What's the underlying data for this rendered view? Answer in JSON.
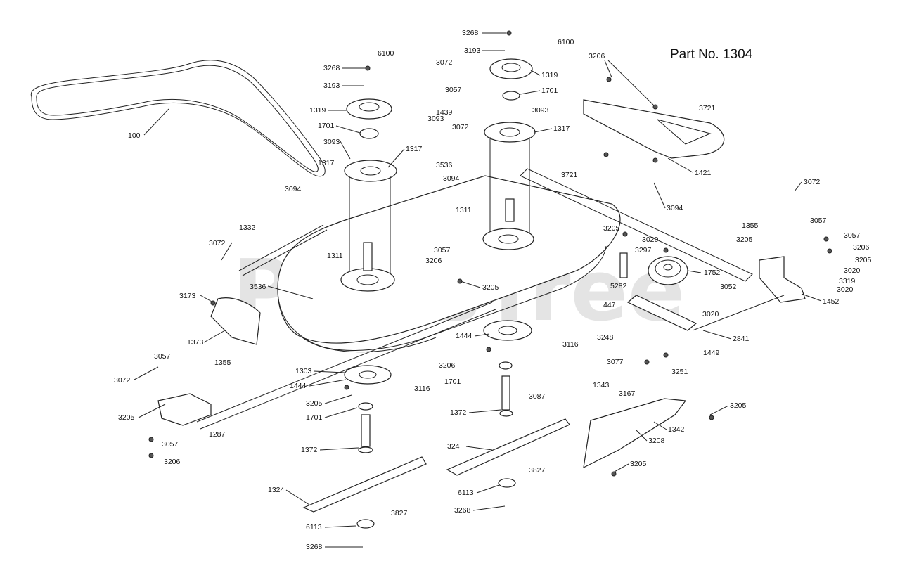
{
  "title": "Part No. 1304",
  "watermark": "PartsTree",
  "labels": [
    "100",
    "3268",
    "6100",
    "3072",
    "3193",
    "3057",
    "1319",
    "1439",
    "1701",
    "3093",
    "1317",
    "3072",
    "3093",
    "1317",
    "3536",
    "3094",
    "3094",
    "3268",
    "6100",
    "3193",
    "1319",
    "1701",
    "3093",
    "1317",
    "3206",
    "3721",
    "3721",
    "1421",
    "3094",
    "1311",
    "1332",
    "3072",
    "3057",
    "3206",
    "1311",
    "3205",
    "3020",
    "3297",
    "1752",
    "3205",
    "3057",
    "3206",
    "3205",
    "3020",
    "3319",
    "3020",
    "1452",
    "3536",
    "3173",
    "1373",
    "3205",
    "5282",
    "3052",
    "447",
    "3020",
    "3248",
    "1449",
    "2841",
    "1444",
    "3116",
    "3077",
    "3251",
    "1303",
    "1444",
    "3116",
    "3206",
    "1701",
    "3057",
    "1355",
    "3072",
    "3205",
    "1287",
    "3205",
    "1701",
    "1343",
    "3087",
    "3167",
    "3205",
    "1342",
    "3208",
    "1372",
    "1372",
    "324",
    "3205",
    "3057",
    "3206",
    "3827",
    "6113",
    "3268",
    "1324",
    "3827",
    "6113",
    "3268",
    "3072",
    "1355",
    "3057"
  ]
}
